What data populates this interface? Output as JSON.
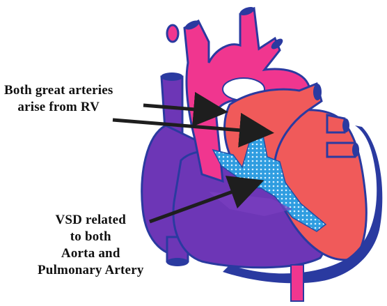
{
  "labels": {
    "great_arteries": {
      "line1": "Both great arteries",
      "line2": "arise from RV"
    },
    "vsd": {
      "line1": "VSD related",
      "line2": "to both",
      "line3": "Aorta and",
      "line4": "Pulmonary Artery"
    }
  },
  "colors": {
    "aorta_pink": "#f0368f",
    "pulmonary_red": "#f05a5a",
    "venous_purple": "#6d36b6",
    "outline_navy": "#2a3aa0",
    "septum_blue": "#2f9de0",
    "arrow": "#1e1e1e"
  }
}
